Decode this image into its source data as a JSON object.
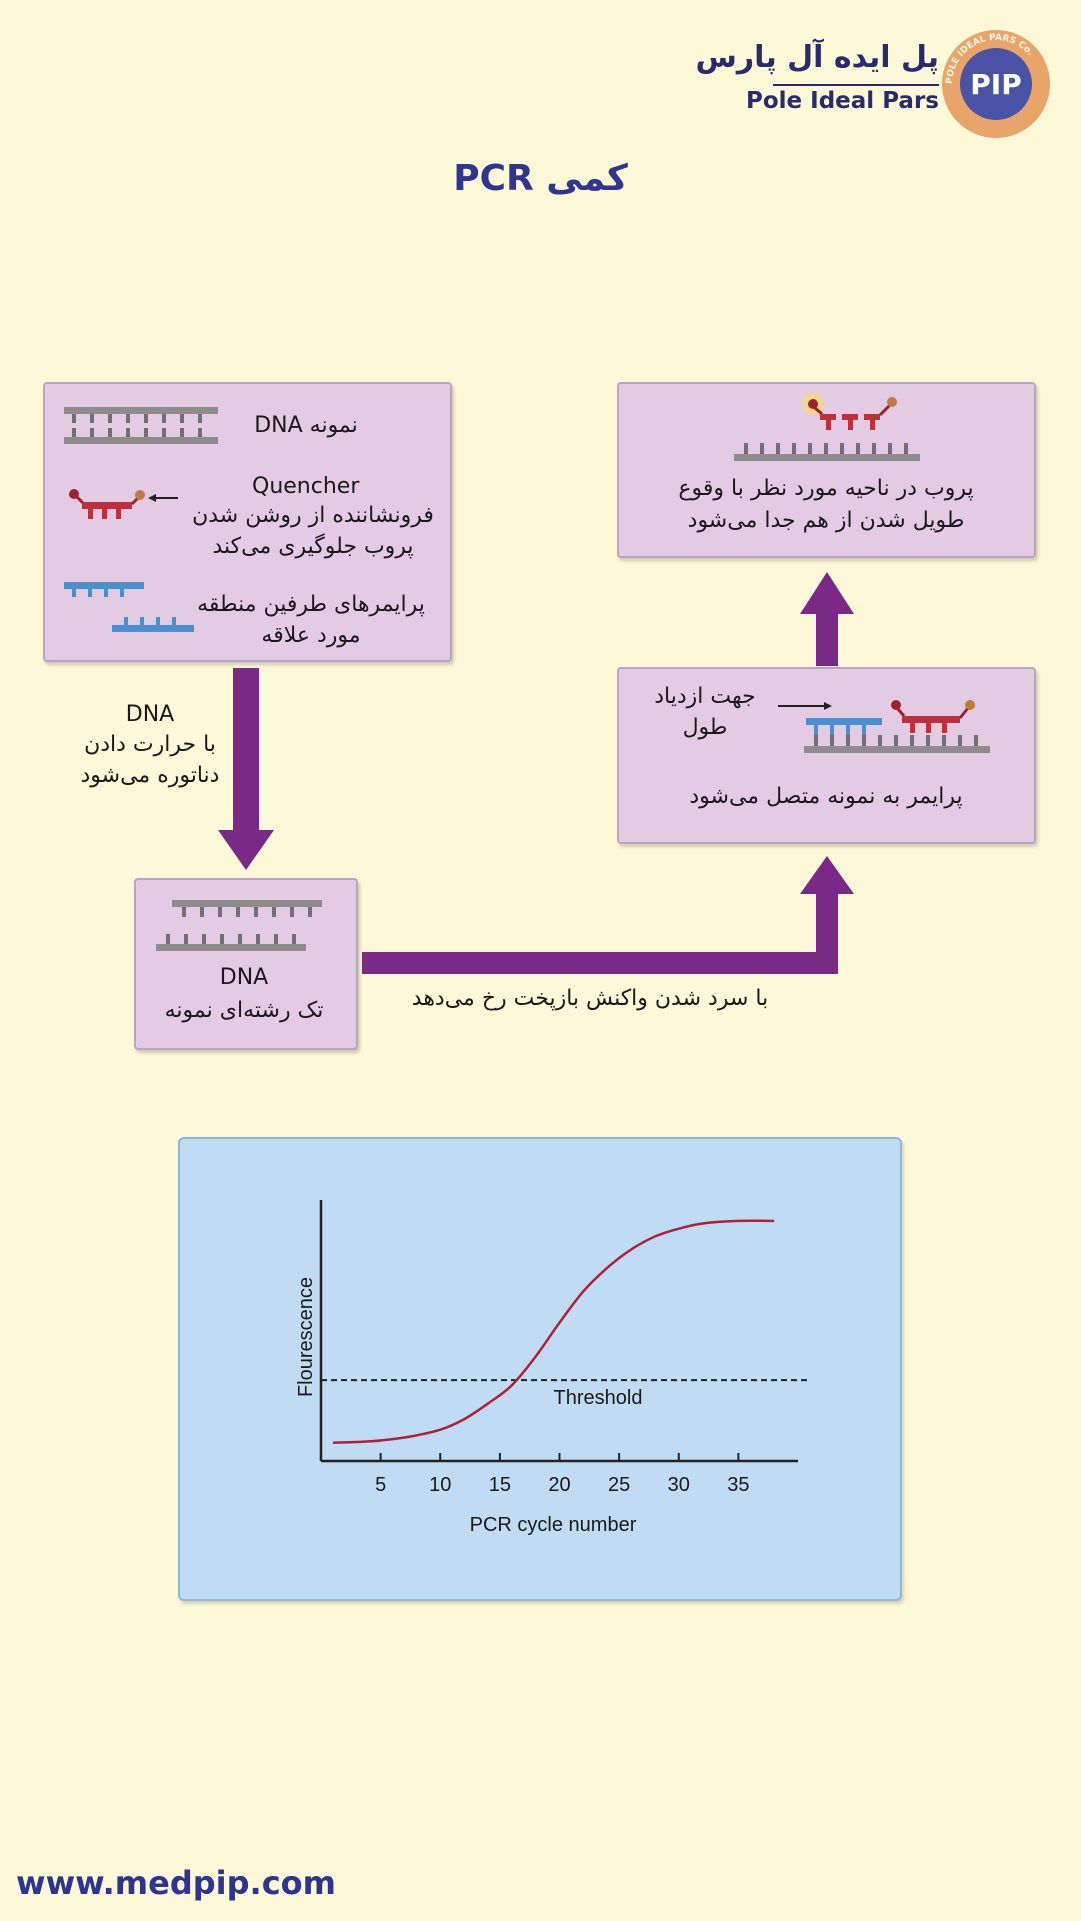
{
  "logo": {
    "name_fa": "پل ایده آل پارس",
    "name_en": "Pole Ideal Pars",
    "badge_text": "PIP",
    "badge_ring": "POLE IDEAL PARS Co."
  },
  "title": "PCR  کمی",
  "box_inputs": {
    "dna_sample": "نمونه  DNA",
    "quencher_label": "Quencher",
    "probe_line1": "فرونشاننده از روشن شدن",
    "probe_line2": "پروب جلوگیری می‌کند",
    "primers_line1": "پرایمرهای طرفین منطقه",
    "primers_line2": "مورد علاقه"
  },
  "denature_arrow": {
    "line1": "DNA",
    "line2": "با حرارت دادن",
    "line3": "دناتوره می‌شود"
  },
  "box_single_strand": {
    "line1": "DNA",
    "line2": "تک رشته‌ای نمونه"
  },
  "anneal_arrow": {
    "text": "با سرد شدن واکنش بازپخت رخ می‌دهد"
  },
  "box_primer_bind": {
    "extend_line1": "جهت ازدیاد",
    "extend_line2": "طول",
    "bottom": "پرایمر به نمونه متصل می‌شود"
  },
  "box_probe_split": {
    "line1": "پروب در ناحیه مورد نظر با وقوع",
    "line2": "طویل شدن از هم جدا می‌شود"
  },
  "colors": {
    "background": "#fcf8d8",
    "box_fill": "#e4cbe4",
    "arrow": "#7a2a86",
    "title": "#2f3591",
    "chart_bg": "#bfdcf4",
    "curve": "#b0203a",
    "dna_strand": "#8c8c8c",
    "probe": "#c0303a",
    "primer": "#4a90d0"
  },
  "chart_data": {
    "type": "line",
    "xlabel": "PCR cycle number",
    "ylabel": "Flourescence",
    "xticks": [
      5,
      10,
      15,
      20,
      25,
      30,
      35
    ],
    "xlim": [
      0,
      40
    ],
    "ylim": [
      0,
      1
    ],
    "threshold": {
      "label": "Threshold",
      "value": 0.31
    },
    "series": [
      {
        "x": [
          1,
          4,
          7,
          10,
          12,
          14,
          16,
          18,
          20,
          22,
          24,
          26,
          28,
          30,
          32,
          35,
          38
        ],
        "values": [
          0.07,
          0.075,
          0.09,
          0.12,
          0.16,
          0.22,
          0.29,
          0.4,
          0.53,
          0.65,
          0.74,
          0.81,
          0.86,
          0.89,
          0.91,
          0.92,
          0.92
        ]
      }
    ],
    "grid": false
  },
  "footer": {
    "url": "www.medpip.com"
  }
}
